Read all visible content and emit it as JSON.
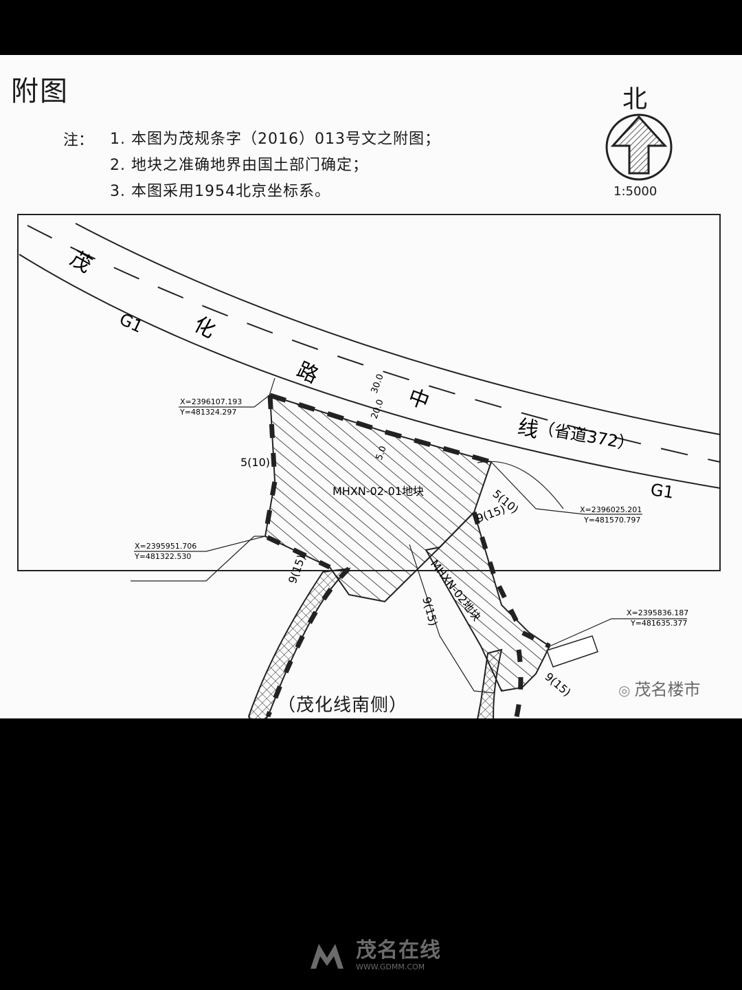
{
  "doc": {
    "title": "附图",
    "note_label": "注：",
    "notes": [
      "1. 本图为茂规条字（2016）013号文之附图；",
      "2. 地块之准确地界由国土部门确定；",
      "3. 本图采用1954北京坐标系。"
    ]
  },
  "compass": {
    "north_label": "北",
    "scale": "1:5000"
  },
  "map": {
    "road_chars": [
      "茂",
      "化",
      "路",
      "中",
      "线"
    ],
    "road_suffix": "（省道372）",
    "road_code_left": "G1",
    "road_code_right": "G1",
    "setback_labels": {
      "top": "30.0",
      "top2": "20.0",
      "top3": "5.0",
      "left": "5(10)",
      "right": "5(10)",
      "right2": "9(15)",
      "bottom": "9(15)",
      "lower": "9(15)",
      "lower2": "9(15)"
    },
    "parcel_1": "MHXN-02-01地块",
    "parcel_2": "MHXN-02地块",
    "coords": [
      {
        "x": "X=2396107.193",
        "y": "Y=481324.297"
      },
      {
        "x": "X=2396025.201",
        "y": "Y=481570.797"
      },
      {
        "x": "X=2395951.706",
        "y": "Y=481322.530"
      },
      {
        "x": "X=2395836.187",
        "y": "Y=481635.377"
      }
    ]
  },
  "caption": "（茂化线南侧）",
  "watermark": "茂名楼市",
  "footer": {
    "brand": "茂名在线",
    "url": "WWW.GDMM.COM"
  }
}
